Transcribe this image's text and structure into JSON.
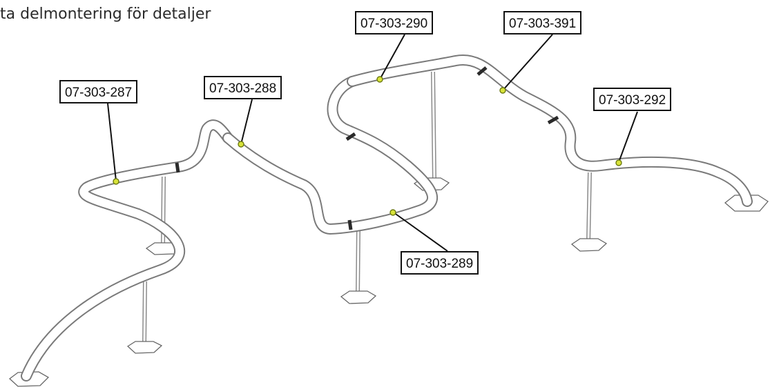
{
  "heading": "ta delmontering för detaljer",
  "callouts": [
    {
      "id": "p287",
      "label": "07-303-287"
    },
    {
      "id": "p288",
      "label": "07-303-288"
    },
    {
      "id": "p290",
      "label": "07-303-290"
    },
    {
      "id": "p391",
      "label": "07-303-391"
    },
    {
      "id": "p292",
      "label": "07-303-292"
    },
    {
      "id": "p289",
      "label": "07-303-289"
    }
  ],
  "colors": {
    "tube_outline": "#7a7a7a",
    "tube_fill": "#ffffff",
    "joint": "#2a2a2a",
    "point_marker": "#d8e33a",
    "leader": "#111111"
  }
}
